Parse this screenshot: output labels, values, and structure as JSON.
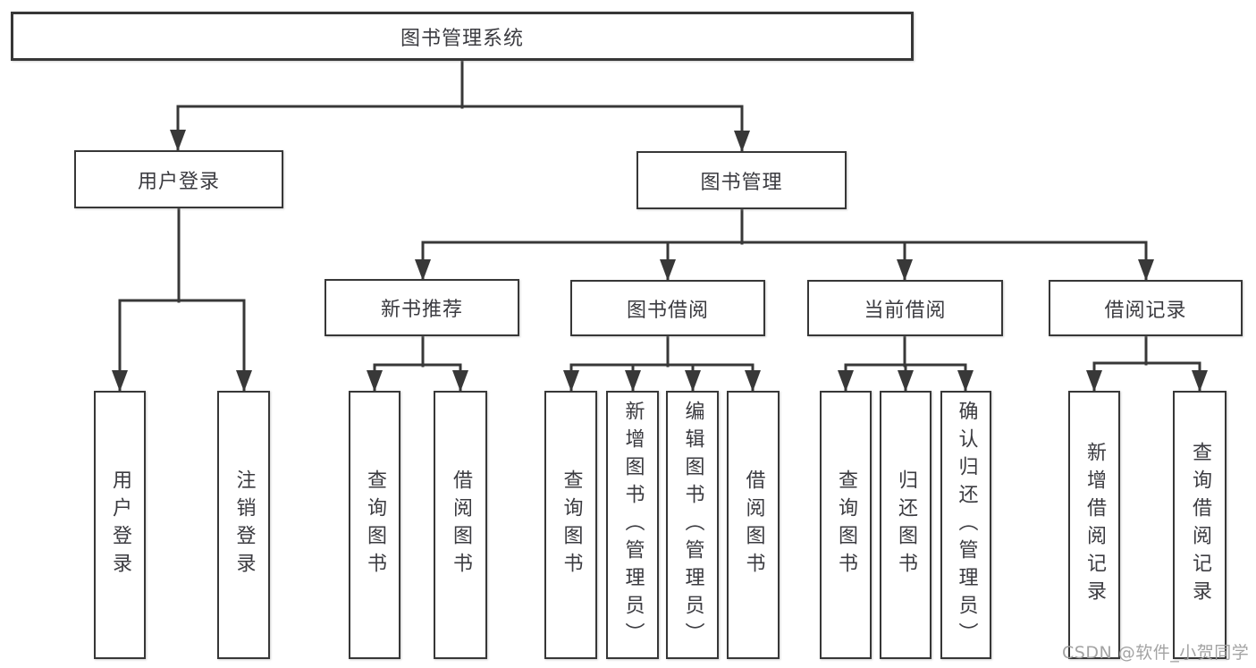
{
  "diagram": {
    "root": {
      "label": "图书管理系统"
    },
    "level2": [
      {
        "label": "用户登录"
      },
      {
        "label": "图书管理"
      }
    ],
    "level3": [
      {
        "label": "新书推荐"
      },
      {
        "label": "图书借阅"
      },
      {
        "label": "当前借阅"
      },
      {
        "label": "借阅记录"
      }
    ],
    "leaves": {
      "user_login": [
        "用户登录",
        "注销登录"
      ],
      "new_book": [
        "查询图书",
        "借阅图书"
      ],
      "book_borrow": [
        "查询图书",
        "新增图书（管理员）",
        "编辑图书（管理员）",
        "借阅图书"
      ],
      "current_borrow": [
        "查询图书",
        "归还图书",
        "确认归还（管理员）"
      ],
      "borrow_record": [
        "新增借阅记录",
        "查询借阅记录"
      ]
    }
  },
  "watermark": "CSDN @软件_小贺同学",
  "colors": {
    "line": "#383838",
    "box_border": "#373737",
    "text": "#3b3b40",
    "watermark": "#9e9e9e",
    "background": "#ffffff"
  }
}
